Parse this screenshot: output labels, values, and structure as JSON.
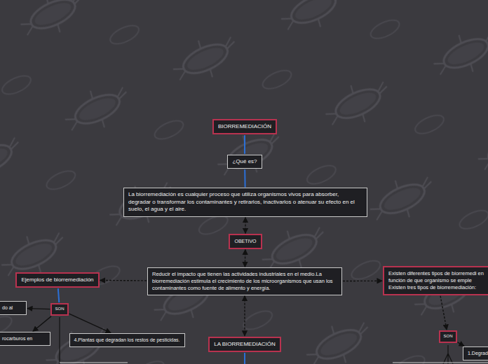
{
  "diagram": {
    "nodes": [
      {
        "text": [
          "BIORREMEDIACIÓN"
        ]
      },
      {
        "text": [
          "¿Qué es?"
        ]
      },
      {
        "text": [
          "La biorremediación es cualquier proceso que utiliza organismos vivos para absorber, degradar o transformar los contaminantes y retirarlos, inactivarlos o atenuar su efecto en el suelo, el agua y el aire."
        ]
      },
      {
        "text": [
          "OBETIVO"
        ]
      },
      {
        "text": [
          "Ejemplos de biorremediación"
        ]
      },
      {
        "text": [
          "Reducir el impacto que tienen las actividades industriales en el medio.La biorremediación estimula el crecimiento de los microorganismos que usan los contaminantes como fuente de alimento y energía."
        ]
      },
      {
        "text": [
          "Existen diferentes tipos de biorremedi en función de que organismo se emple Existen tres tipos de biorremediación:"
        ]
      },
      {
        "text": [
          "SON"
        ]
      },
      {
        "text": [
          "do al"
        ]
      },
      {
        "text": [
          "rocarburos en"
        ]
      },
      {
        "text": [
          "4.Plantas que degradan los restos de pesticidas."
        ]
      },
      {
        "text": [
          "LA BIORREMEDIACIÓN"
        ]
      },
      {
        "text": [
          "SON"
        ]
      },
      {
        "text": [
          "1.Degrad"
        ]
      }
    ],
    "edges": [
      {
        "from": 0,
        "to": 1,
        "arrow": "none"
      },
      {
        "from": 1,
        "to": 2,
        "arrow": "none"
      },
      {
        "from": 2,
        "to": 3,
        "arrow": "both"
      },
      {
        "from": 3,
        "to": 5,
        "arrow": "both"
      },
      {
        "from": 5,
        "to": 4,
        "arrow": "to"
      },
      {
        "from": 5,
        "to": 6,
        "arrow": "to"
      },
      {
        "from": 5,
        "to": 11,
        "arrow": "both"
      },
      {
        "from": 4,
        "to": 7,
        "arrow": "none"
      },
      {
        "from": 7,
        "to": 8,
        "arrow": "to"
      },
      {
        "from": 7,
        "to": 9,
        "arrow": "to"
      },
      {
        "from": 7,
        "to": 10,
        "arrow": "to"
      },
      {
        "from": 6,
        "to": 12,
        "arrow": "to"
      },
      {
        "from": 12,
        "to": 13,
        "arrow": "to"
      }
    ]
  }
}
